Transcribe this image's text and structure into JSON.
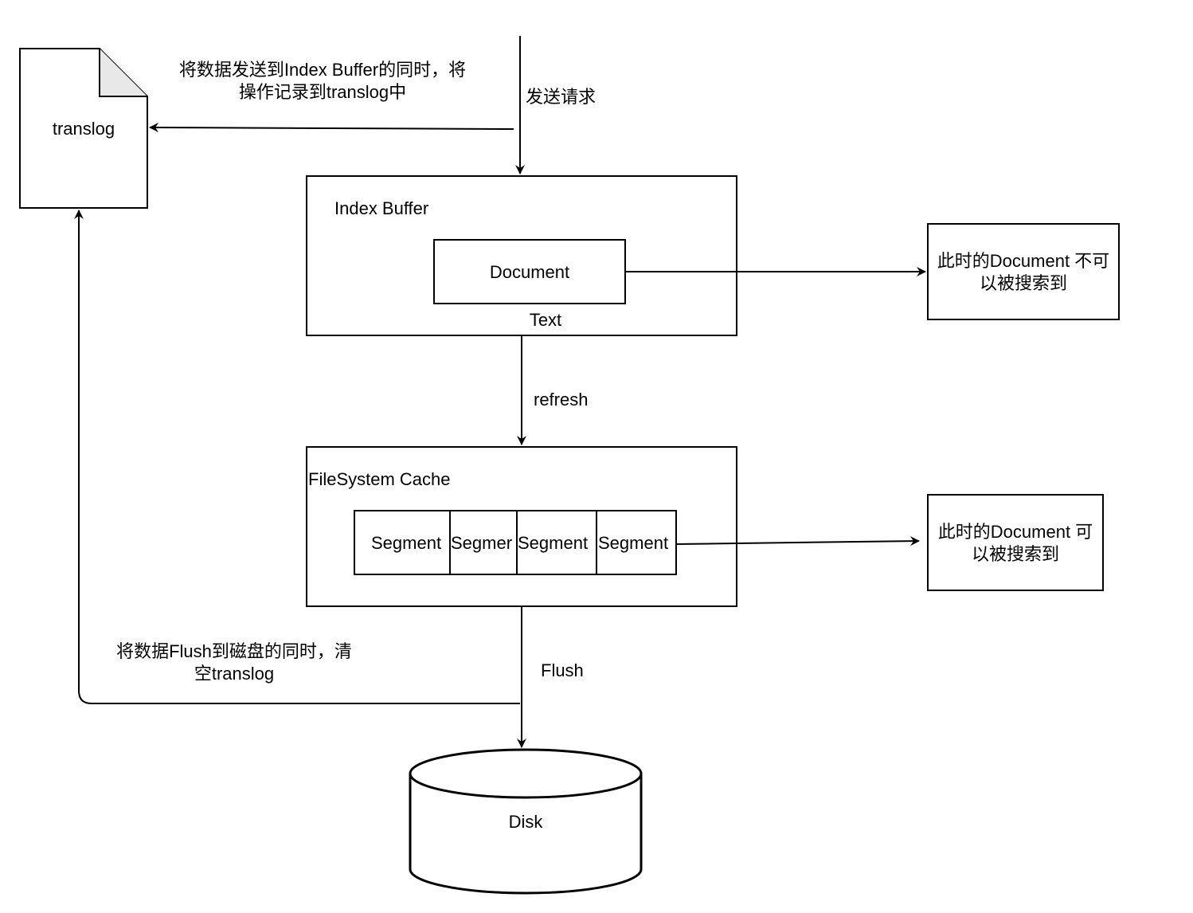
{
  "nodes": {
    "translog_doc": "translog",
    "index_buffer": "Index Buffer",
    "document": "Document",
    "text_label": "Text",
    "fs_cache": "FileSystem Cache",
    "segments": [
      "Segment",
      "Segmer",
      "Segment",
      "Segment"
    ],
    "disk": "Disk",
    "not_searchable": {
      "line1": "此时的Document 不可",
      "line2": "以被搜索到"
    },
    "searchable": {
      "line1": "此时的Document 可",
      "line2": "以被搜索到"
    }
  },
  "edges": {
    "send_request": "发送请求",
    "to_translog": {
      "line1": "将数据发送到Index Buffer的同时，将",
      "line2": "操作记录到translog中"
    },
    "refresh": "refresh",
    "flush": "Flush",
    "clear_translog": {
      "line1": "将数据Flush到磁盘的同时，清",
      "line2": "空translog"
    }
  }
}
